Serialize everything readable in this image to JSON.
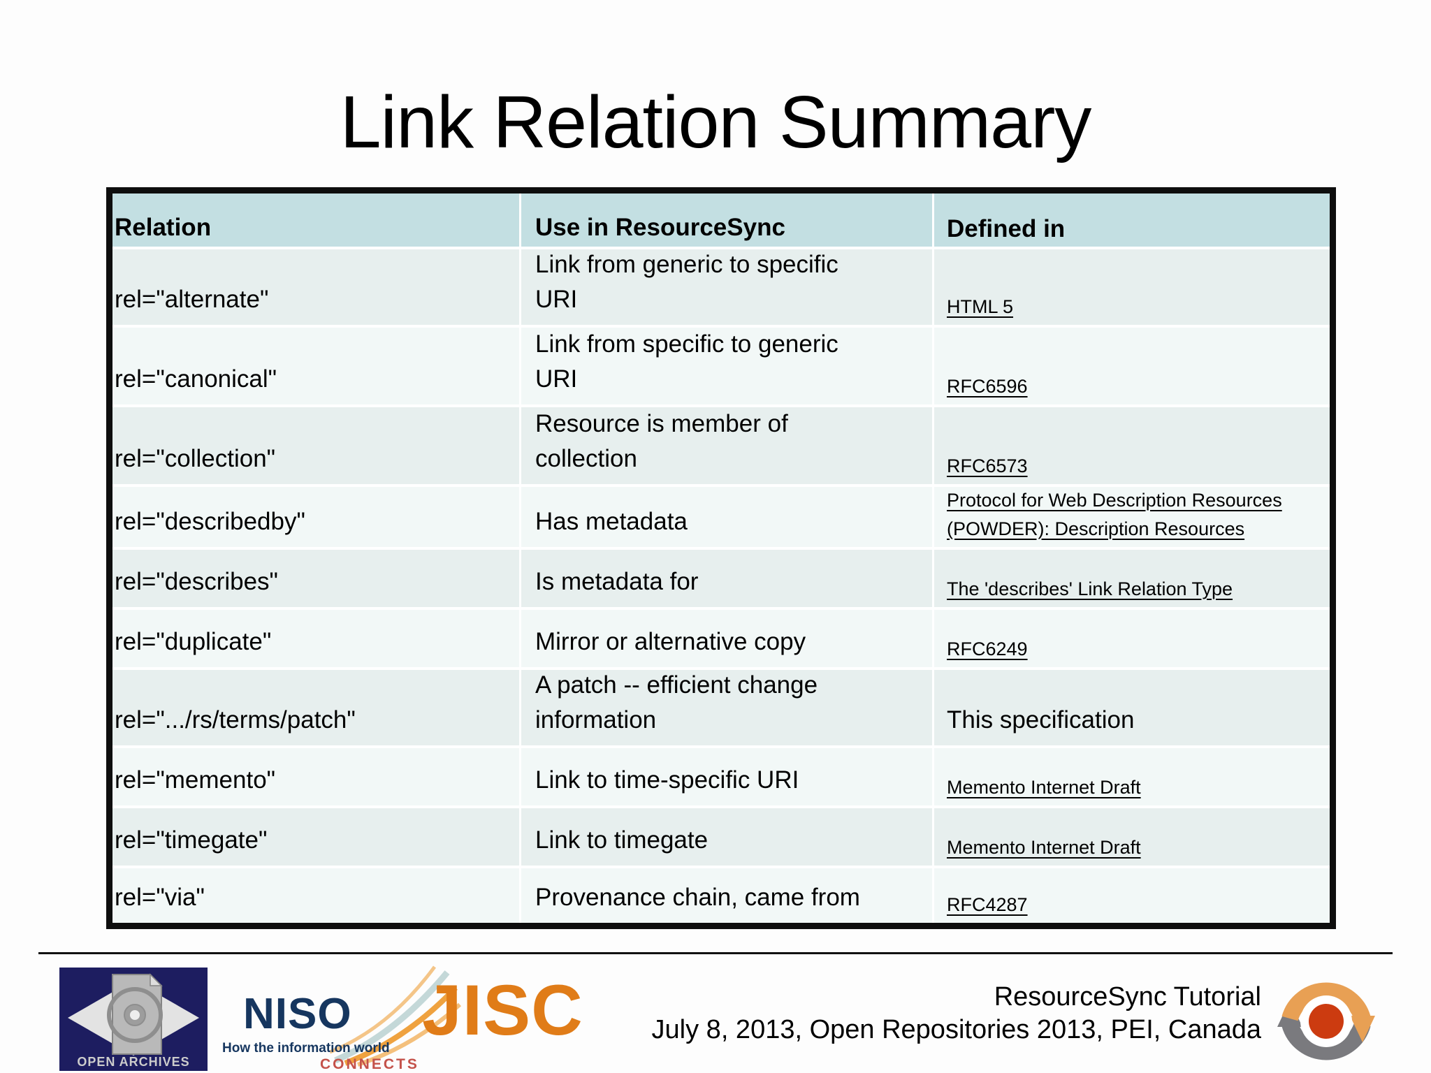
{
  "title": "Link Relation Summary",
  "table": {
    "headers": [
      "Relation",
      "Use in ResourceSync",
      "Defined in"
    ],
    "rows": [
      {
        "relation": "rel=\"alternate\"",
        "use": "Link from generic to specific\nURI",
        "defined": "HTML 5",
        "defined_is_link": true
      },
      {
        "relation": "rel=\"canonical\"",
        "use": "Link from specific to generic\nURI",
        "defined": "RFC6596",
        "defined_is_link": true
      },
      {
        "relation": "rel=\"collection\"",
        "use": "Resource is member of\ncollection",
        "defined": "RFC6573",
        "defined_is_link": true
      },
      {
        "relation": "rel=\"describedby\"",
        "use": "Has metadata",
        "defined": "Protocol for Web Description Resources\n(POWDER): Description Resources",
        "defined_is_link": true
      },
      {
        "relation": "rel=\"describes\"",
        "use": "Is metadata for",
        "defined": "The 'describes' Link Relation Type",
        "defined_is_link": true
      },
      {
        "relation": "rel=\"duplicate\"",
        "use": "Mirror or alternative copy",
        "defined": "RFC6249",
        "defined_is_link": true
      },
      {
        "relation": "rel=\".../rs/terms/patch\"",
        "use": "A patch -- efficient change\ninformation",
        "defined": "This specification",
        "defined_is_link": false
      },
      {
        "relation": "rel=\"memento\"",
        "use": "Link to time-specific URI",
        "defined": "Memento Internet Draft",
        "defined_is_link": true
      },
      {
        "relation": "rel=\"timegate\"",
        "use": "Link to timegate",
        "defined": "Memento Internet Draft",
        "defined_is_link": true
      },
      {
        "relation": "rel=\"via\"",
        "use": "Provenance chain, came from",
        "defined": "RFC4287",
        "defined_is_link": true
      }
    ]
  },
  "footer": {
    "credit_line1": "ResourceSync Tutorial",
    "credit_line2": "July 8, 2013, Open Repositories 2013, PEI, Canada",
    "open_archives_label": "OPEN ARCHIVES",
    "niso_name": "NISO",
    "niso_tagline": "How the information world",
    "niso_connects": "CONNECTS",
    "jisc_name": "JISC"
  },
  "colors": {
    "header_bg": "#c3dfe2",
    "row_dark": "#e7efee",
    "row_light": "#f2f8f7",
    "table_border": "#0e0e0e",
    "link_color": "#000000",
    "jisc_orange": "#e07c18",
    "niso_navy": "#16365f",
    "connects_red": "#c4524a",
    "oa_navy": "#1d1d60",
    "rs_orange": "#e8a054",
    "rs_gray": "#7a7a7e",
    "rs_red": "#cc3b10"
  }
}
